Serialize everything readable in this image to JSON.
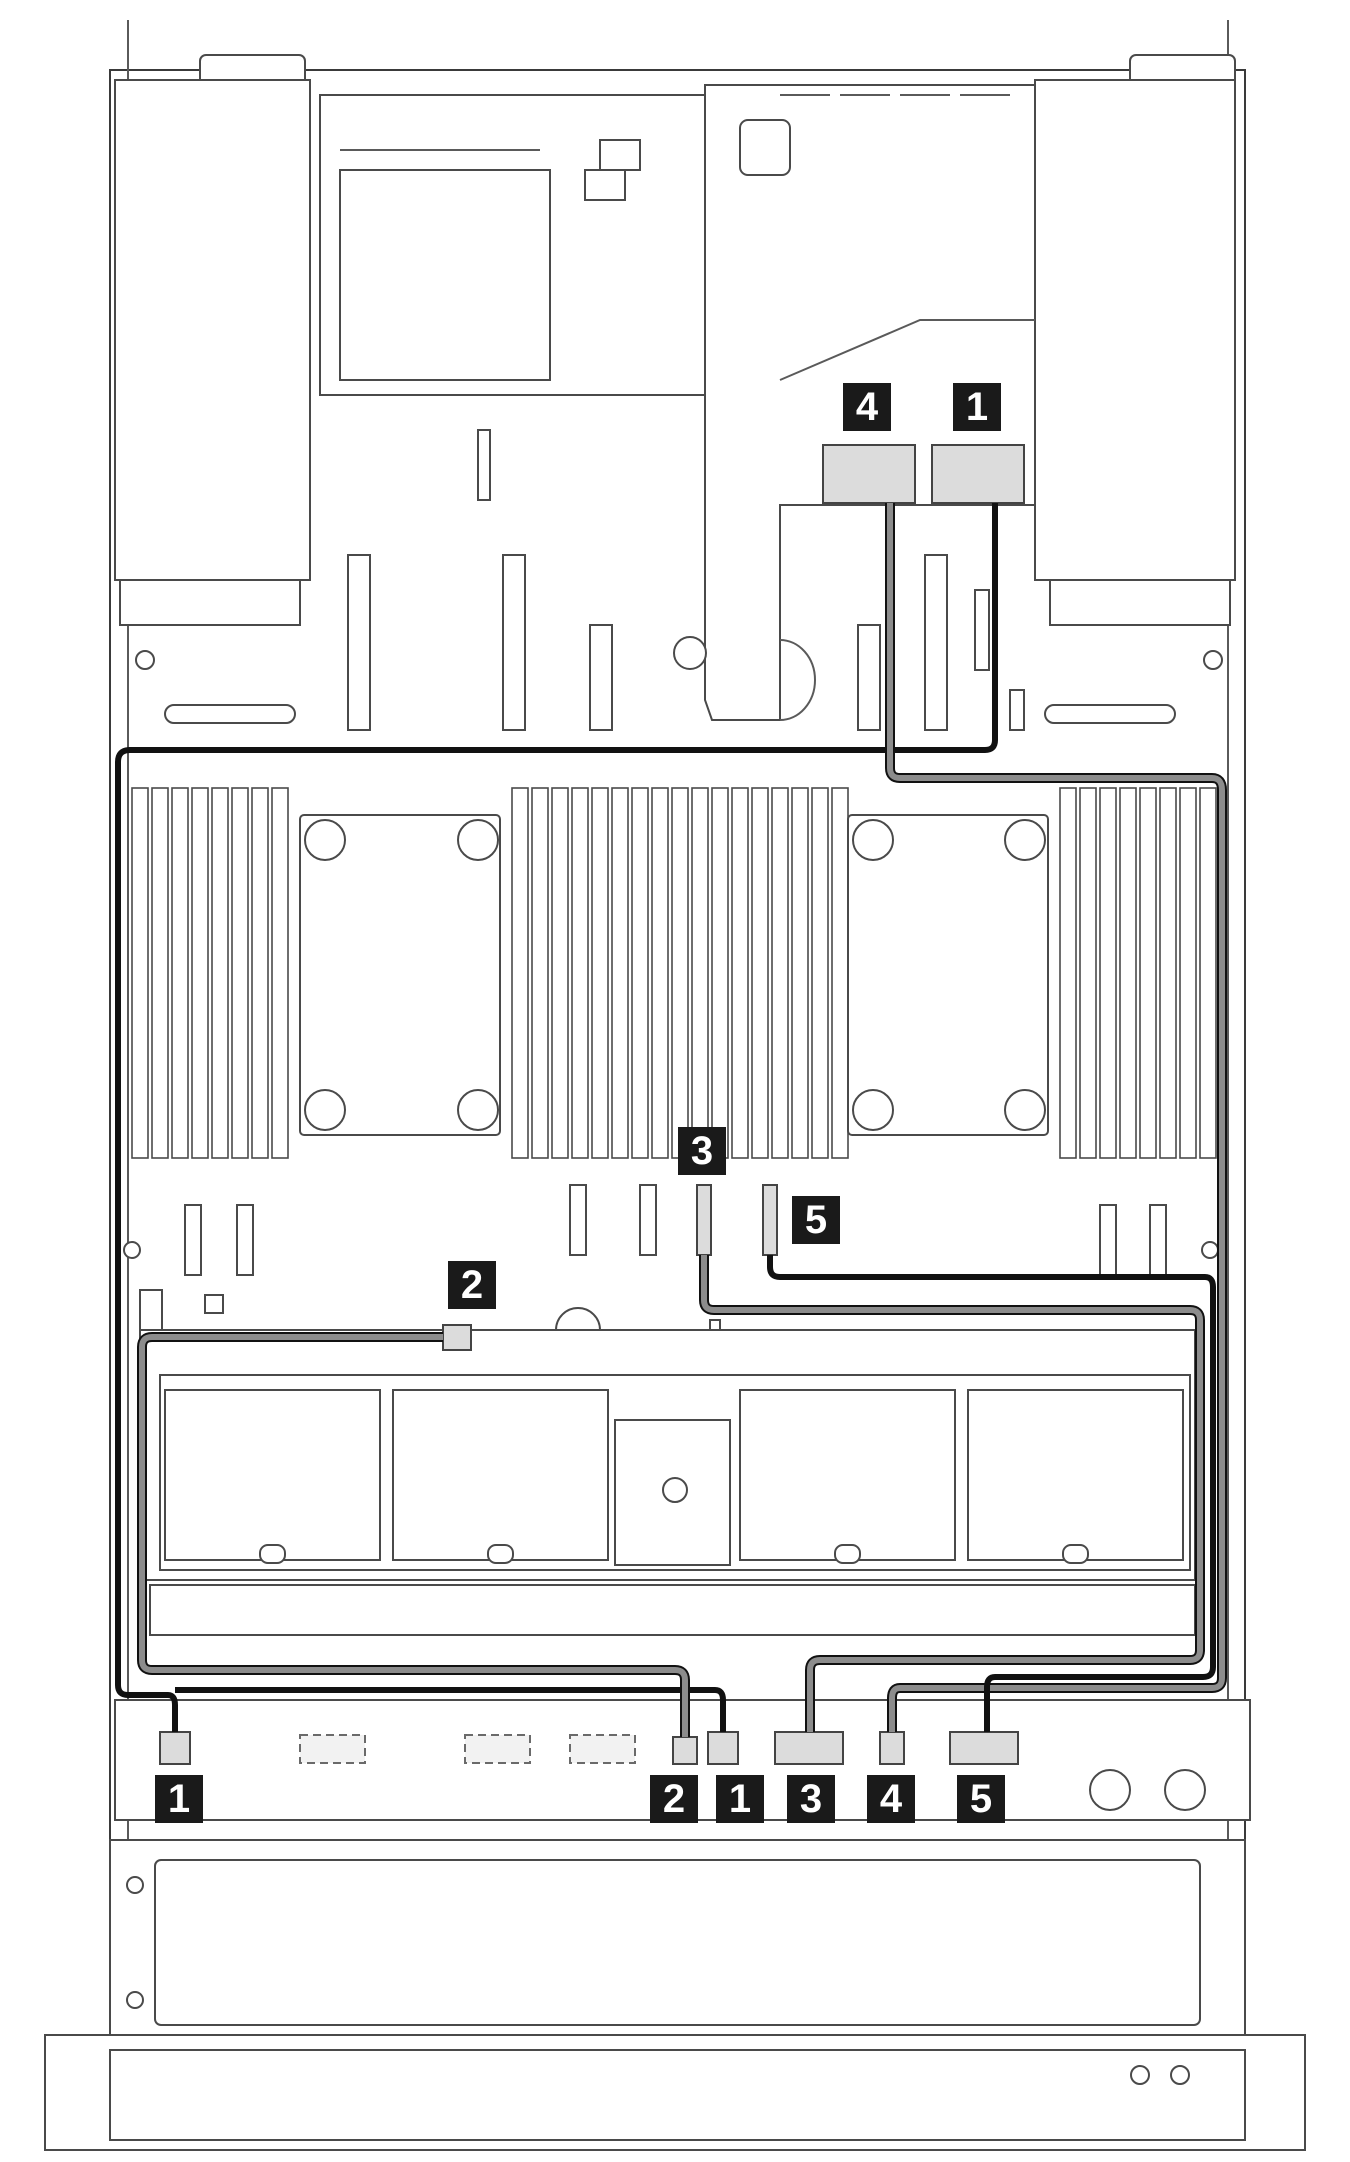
{
  "diagram": {
    "description_visible": "server top view cable routing",
    "callouts": {
      "riser_top_4": "4",
      "riser_top_1": "1",
      "board_3": "3",
      "board_5": "5",
      "board_2": "2",
      "backplane_1_left": "1",
      "backplane_2": "2",
      "backplane_1": "1",
      "backplane_3": "3",
      "backplane_4": "4",
      "backplane_5": "5"
    },
    "colors": {
      "cable_dark": "#111111",
      "cable_grey": "#8c8c8c",
      "callout_fill": "#1a1a1a",
      "callout_text": "#ffffff"
    }
  }
}
